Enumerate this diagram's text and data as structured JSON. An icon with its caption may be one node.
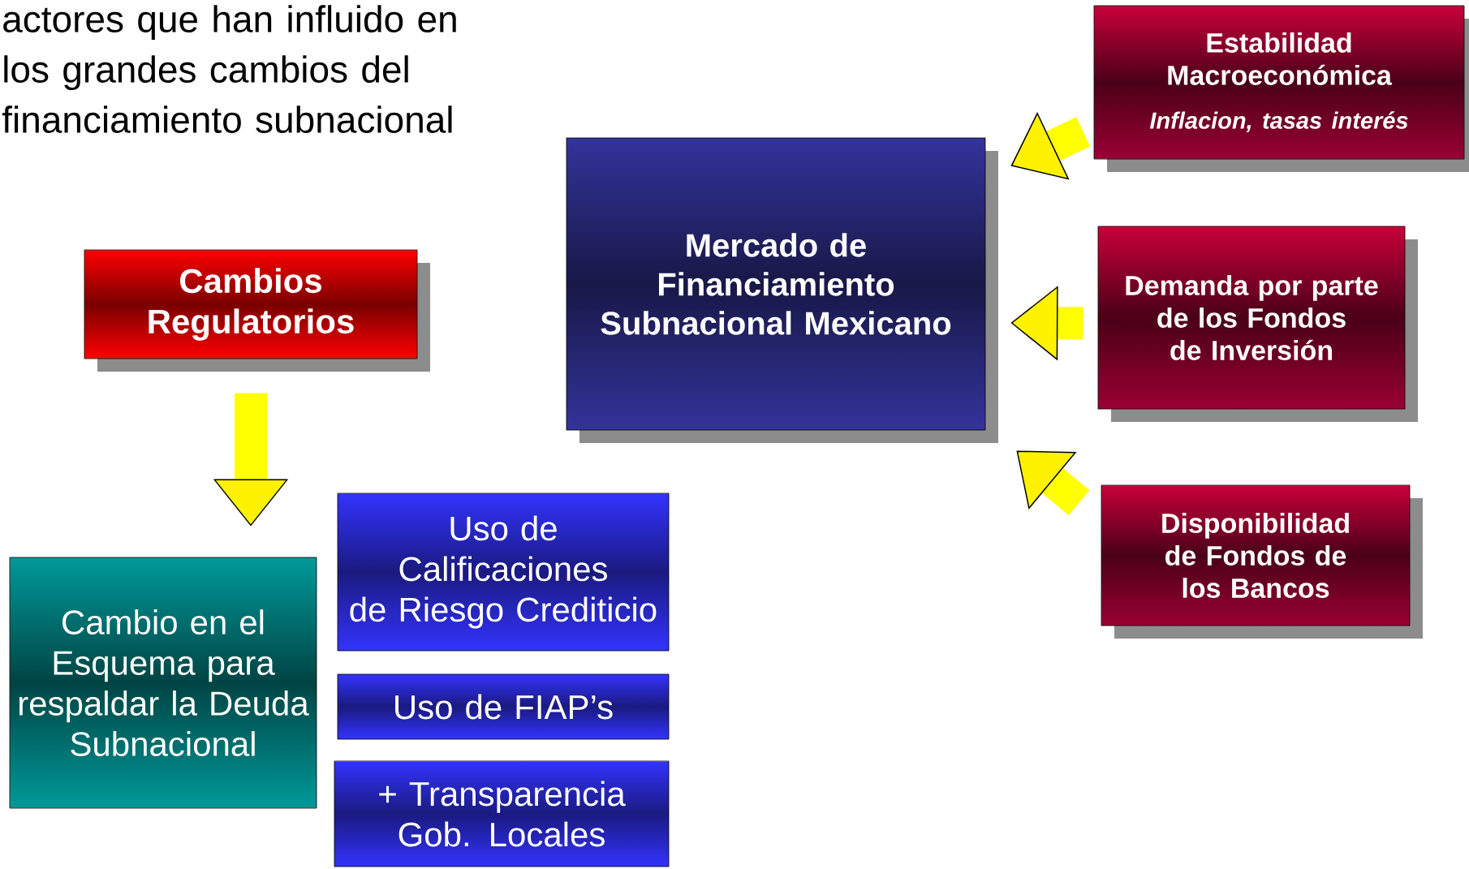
{
  "diagram": {
    "title": "actores que han influido en los grandes cambios del financiamiento subnacional",
    "nodes": [
      {
        "text": [
          "Estabilidad Macroeconómica",
          "Inflacion, tasas interés"
        ]
      },
      {
        "text": [
          "Cambios Regulatorios"
        ]
      },
      {
        "text": [
          "Mercado de Financiamiento Subnacional Mexicano"
        ]
      },
      {
        "text": [
          "Demanda por parte de los Fondos de Inversión"
        ]
      },
      {
        "text": [
          "Disponibilidad de Fondos de los Bancos"
        ]
      },
      {
        "text": [
          "Uso de Calificaciones de Riesgo Crediticio"
        ]
      },
      {
        "text": [
          "Cambio en el Esquema para respaldar la Deuda Subnacional"
        ]
      },
      {
        "text": [
          "Uso de FIAP’s"
        ]
      },
      {
        "text": [
          "+ Transparencia Gob. Locales"
        ]
      }
    ],
    "edges": [
      {
        "from": 0,
        "to": 2,
        "arrow": "to"
      },
      {
        "from": 3,
        "to": 2,
        "arrow": "to"
      },
      {
        "from": 4,
        "to": 2,
        "arrow": "to"
      },
      {
        "from": 1,
        "to": 6,
        "arrow": "to"
      }
    ]
  }
}
